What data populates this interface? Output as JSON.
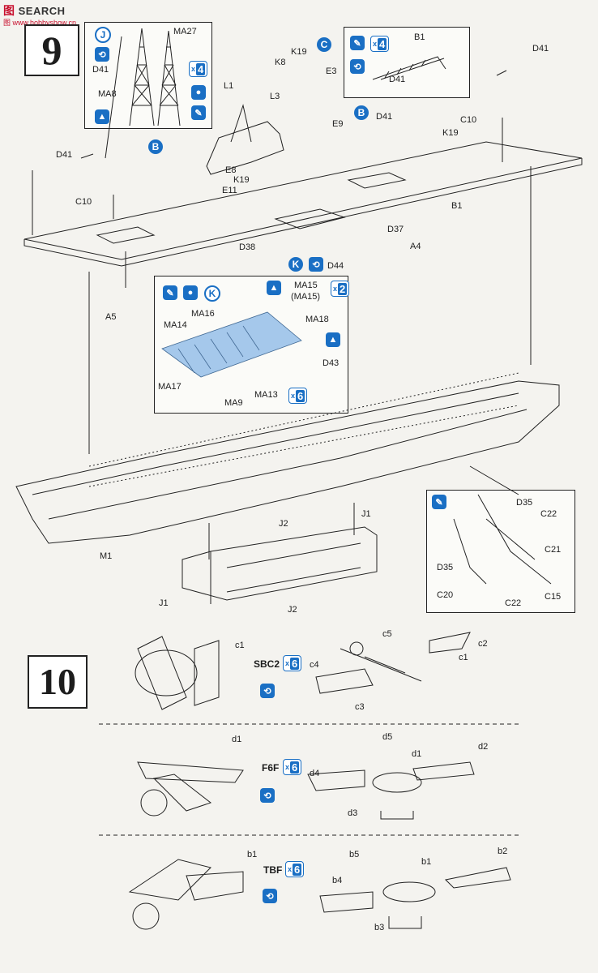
{
  "watermark": {
    "main": "SEARCH",
    "prefix": "图",
    "url": "图 www.hobbyshow.cn"
  },
  "steps": {
    "s9": "9",
    "s10": "10"
  },
  "icons": {
    "J": "J",
    "C": "C",
    "B": "B",
    "K": "K",
    "flip": "⟲",
    "up": "▲",
    "brush": "✎",
    "drop": "●",
    "x4": "4",
    "x2": "2",
    "x6": "6",
    "xsym": "x"
  },
  "labels9": {
    "D41": "D41",
    "MA27": "MA27",
    "MA8": "MA8",
    "L1": "L1",
    "K19": "K19",
    "K8": "K8",
    "E3": "E3",
    "L3": "L3",
    "B1": "B1",
    "C10": "C10",
    "E9": "E9",
    "E8": "E8",
    "E11": "E11",
    "D37": "D37",
    "A4": "A4",
    "D38": "D38",
    "D44": "D44",
    "A5": "A5",
    "MA15": "MA15",
    "MA15p": "(MA15)",
    "MA16": "MA16",
    "MA18": "MA18",
    "MA14": "MA14",
    "D43": "D43",
    "MA17": "MA17",
    "MA9": "MA9",
    "MA13": "MA13",
    "M1": "M1",
    "J1": "J1",
    "J2": "J2",
    "D35": "D35",
    "C22": "C22",
    "C21": "C21",
    "C20": "C20",
    "C15": "C15"
  },
  "planes": [
    {
      "name": "SBC2",
      "main": "c1",
      "prop": "c5",
      "wingL": "c4",
      "wingR": "c2",
      "gear": "c3"
    },
    {
      "name": "F6F",
      "main": "d1",
      "prop": "d5",
      "wingL": "d4",
      "wingR": "d2",
      "gear": "d3"
    },
    {
      "name": "TBF",
      "main": "b1",
      "prop": "b5",
      "wingL": "b4",
      "wingR": "b2",
      "gear": "b3"
    }
  ],
  "colors": {
    "accent": "#1a6fc4",
    "ink": "#1d1d1d",
    "lightblue": "#9cc3ea"
  }
}
